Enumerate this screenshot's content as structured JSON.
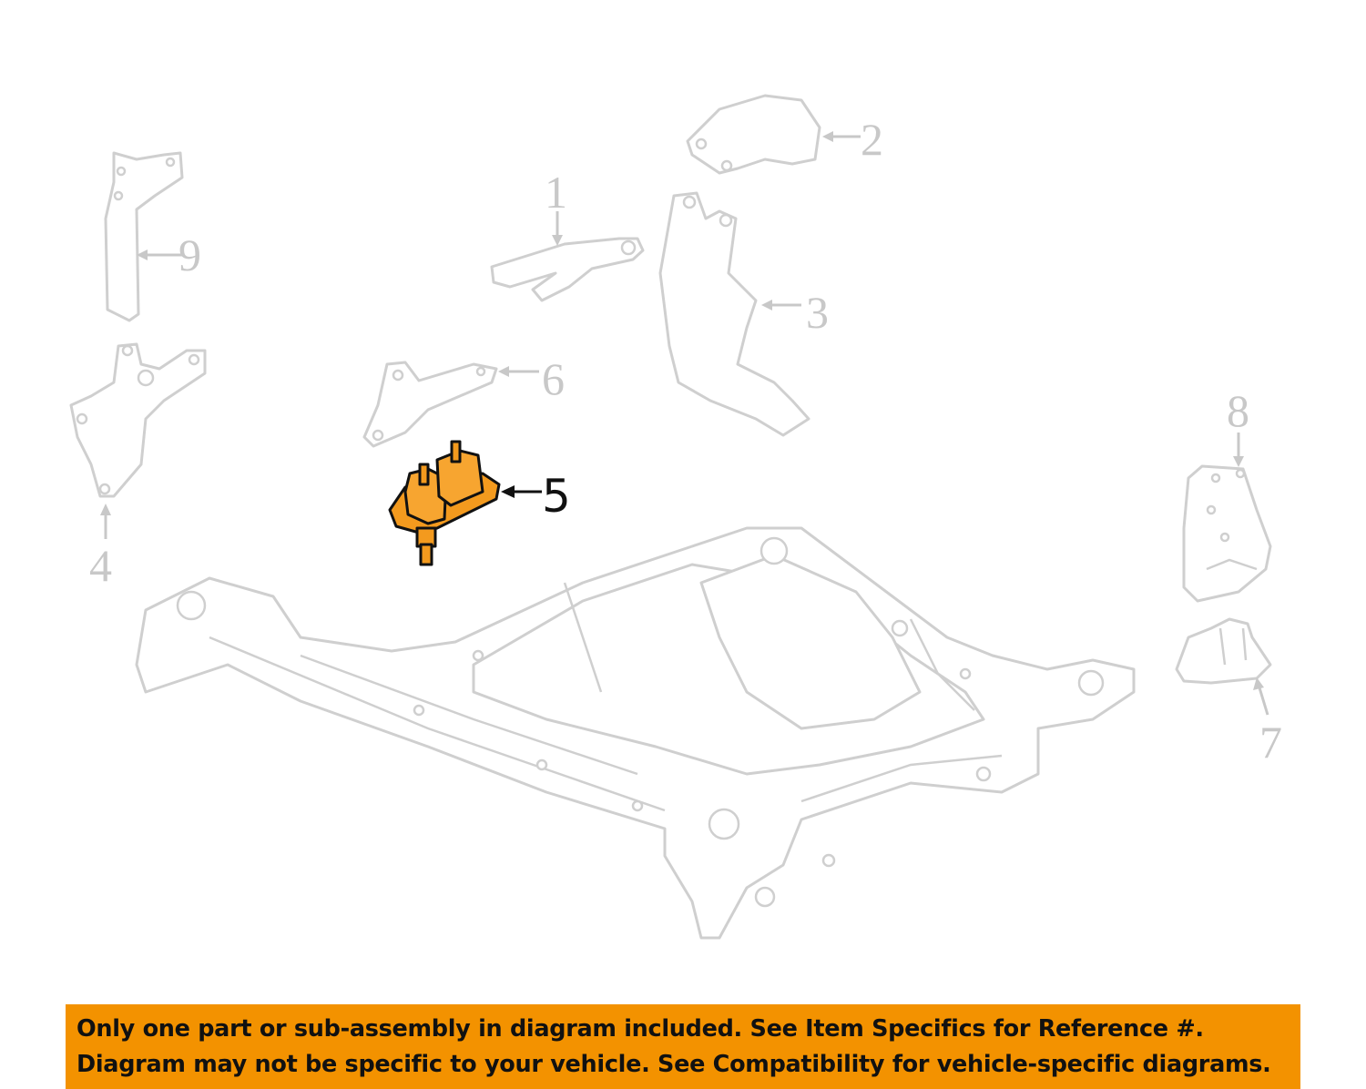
{
  "diagram": {
    "callouts": [
      "1",
      "2",
      "3",
      "4",
      "5",
      "6",
      "7",
      "8",
      "9"
    ],
    "highlighted_part": "5",
    "highlight_color": "#f39a1e"
  },
  "banner": {
    "line1": "Only one part or sub-assembly in diagram included. See Item Specifics for Reference #.",
    "line2": "Diagram may not be specific to your vehicle. See Compatibility for vehicle-specific diagrams.",
    "color": "#f39200"
  }
}
